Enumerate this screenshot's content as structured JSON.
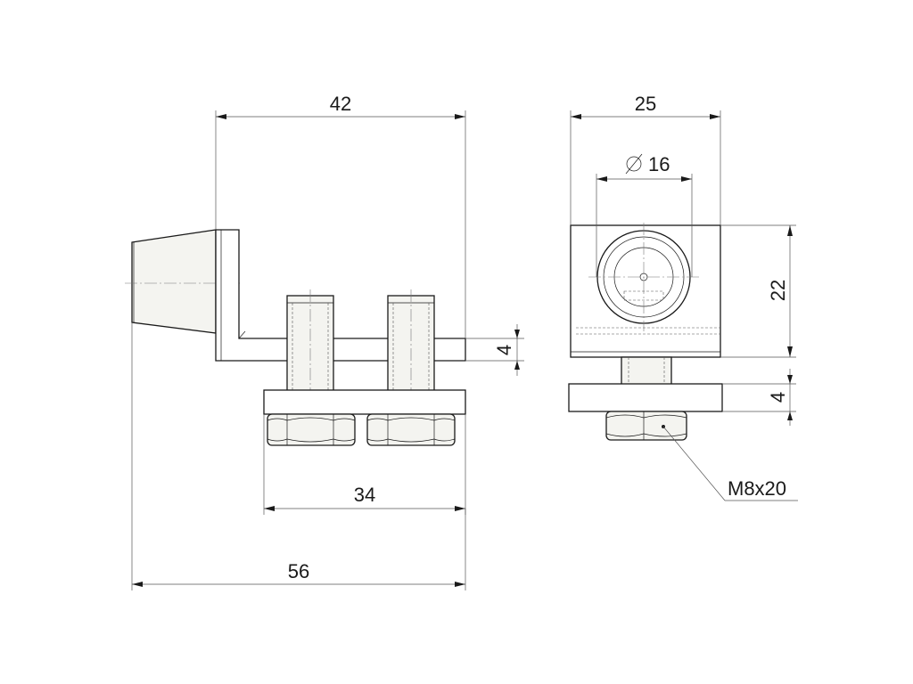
{
  "dimensions": {
    "width_top": "42",
    "width_side": "25",
    "diameter_symbol": "∅",
    "diameter": "16",
    "height_side": "22",
    "plate_thickness_front": "4",
    "washer_thickness_side": "4",
    "bolt_spacing": "34",
    "overall_length": "56"
  },
  "callout": {
    "bolt_spec": "M8x20"
  }
}
